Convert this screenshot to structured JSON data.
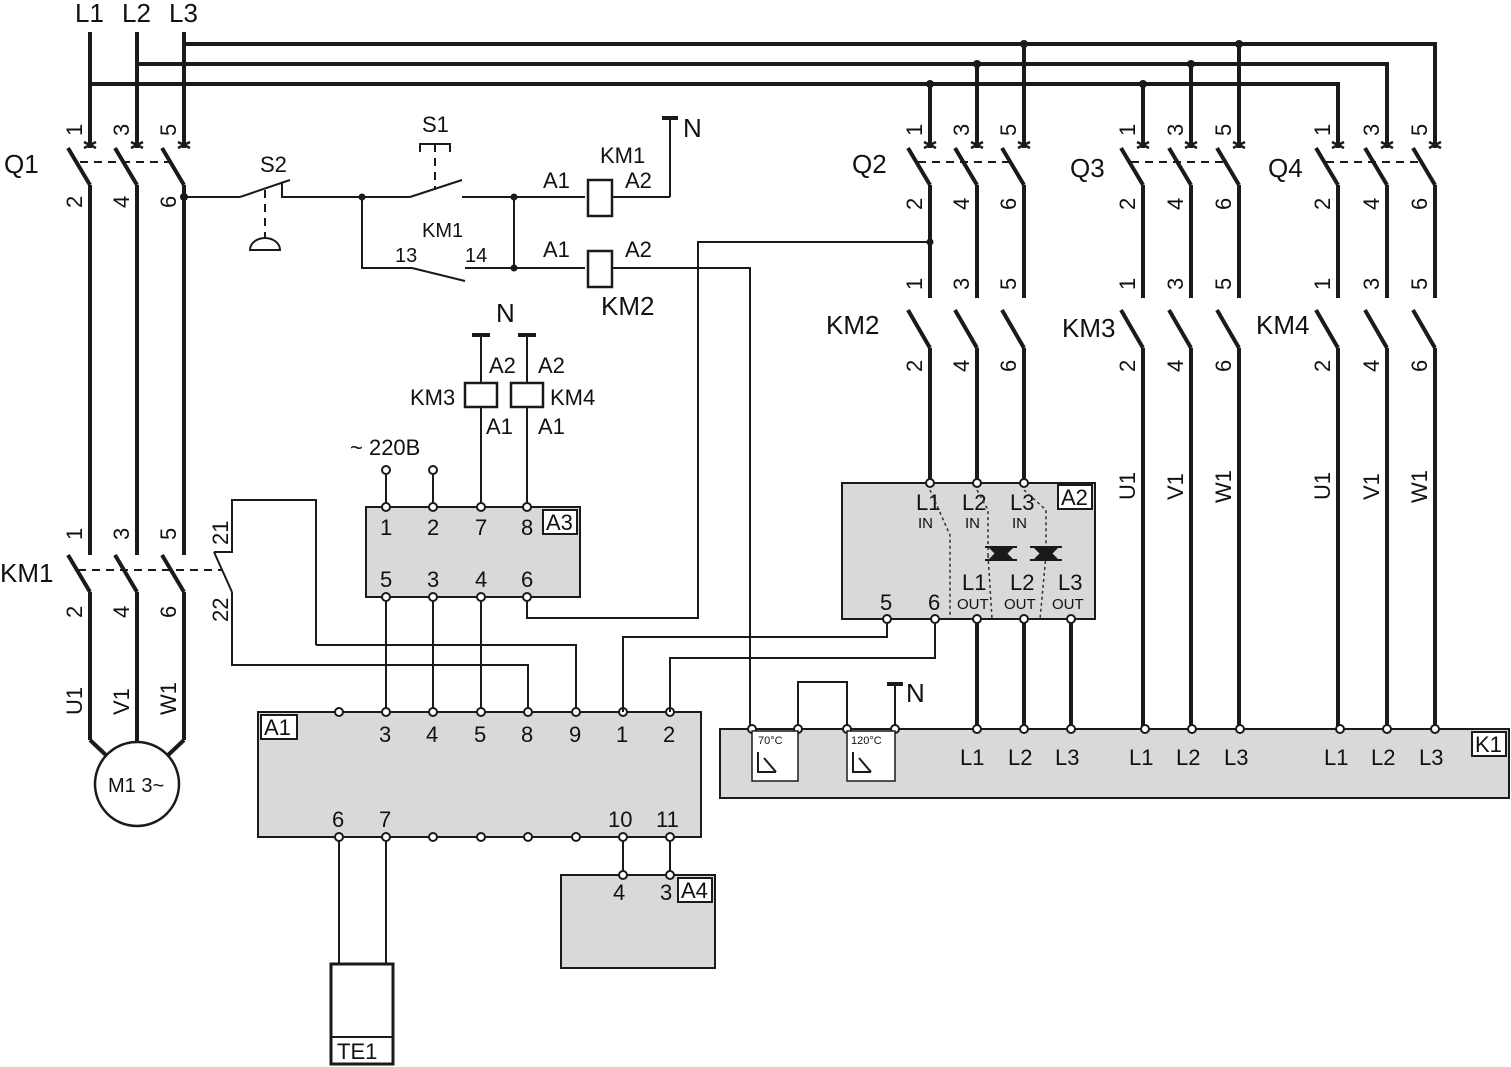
{
  "bus": {
    "l1": "L1",
    "l2": "L2",
    "l3": "L3"
  },
  "breakers": {
    "q1": "Q1",
    "q2": "Q2",
    "q3": "Q3",
    "q4": "Q4",
    "pole_top": [
      "1",
      "3",
      "5"
    ],
    "pole_bottom": [
      "2",
      "4",
      "6"
    ]
  },
  "contactors": {
    "km1": "KM1",
    "km2": "KM2",
    "km3": "KM3",
    "km4": "KM4",
    "pole_top": [
      "1",
      "3",
      "5"
    ],
    "pole_bottom": [
      "2",
      "4",
      "6"
    ],
    "aux_nc_top": "21",
    "aux_nc_bottom": "22"
  },
  "motor": {
    "label": "M1 3~",
    "terminals": [
      "U1",
      "V1",
      "W1"
    ]
  },
  "control": {
    "s1": "S1",
    "s2": "S2",
    "neutral": "N",
    "coil_a1": "A1",
    "coil_a2": "A2",
    "km1_coil": "KM1",
    "km2_coil": "KM2",
    "hold_contact_left": "13",
    "hold_contact_right": "14",
    "hold_contact_label": "KM1"
  },
  "supply": {
    "label": "~ 220В"
  },
  "a3": {
    "tag": "A3",
    "top_terminals": [
      "1",
      "2",
      "7",
      "8"
    ],
    "bottom_terminals": [
      "5",
      "3",
      "4",
      "6"
    ]
  },
  "km34": {
    "neutral": "N",
    "a2": "A2",
    "a1": "A1",
    "km3": "KM3",
    "km4": "KM4"
  },
  "a2": {
    "tag": "A2",
    "in_labels": [
      "L1",
      "L2",
      "L3"
    ],
    "in_sub": "IN",
    "out_labels": [
      "L1",
      "L2",
      "L3"
    ],
    "out_sub": "OUT",
    "ctrl_terminals": [
      "5",
      "6"
    ]
  },
  "a1": {
    "tag": "A1",
    "top_terminals": [
      "3",
      "4",
      "5",
      "8",
      "9",
      "1",
      "2"
    ],
    "bottom_terminals": [
      "6",
      "7",
      "10",
      "11"
    ]
  },
  "a4": {
    "tag": "A4",
    "terminals": [
      "4",
      "3"
    ]
  },
  "te1": {
    "tag": "TE1"
  },
  "k1": {
    "tag": "K1",
    "neutral": "N",
    "therm1": "70°C",
    "therm2": "120°C",
    "group_labels": [
      "L1",
      "L2",
      "L3",
      "L1",
      "L2",
      "L3",
      "L1",
      "L2",
      "L3"
    ]
  },
  "outputs": {
    "labels": [
      "U1",
      "V1",
      "W1"
    ]
  }
}
